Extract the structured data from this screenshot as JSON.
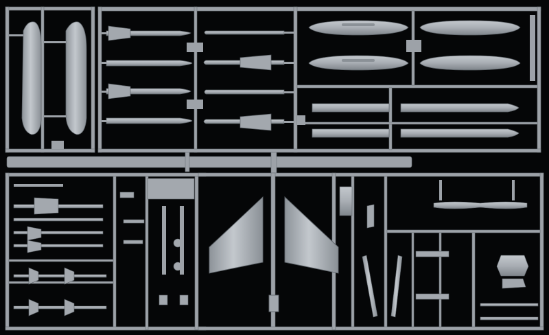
{
  "image": {
    "subject": "model-kit-sprue",
    "background_color": "#050607",
    "plastic_color": "#a7acb2",
    "plastic_shadow": "#7d8389",
    "plastic_highlight": "#c6cbd0"
  },
  "sprue": {
    "frames": [
      "upper-left-frame",
      "upper-center-frame",
      "upper-right-frame",
      "lower-left-frame",
      "lower-center-frame",
      "lower-right-frame"
    ],
    "parts": {
      "drop_tanks": 4,
      "long_pods": 2,
      "missiles_upper": 8,
      "missiles_lower": 6,
      "wings": 2,
      "strakes": 4
    }
  }
}
